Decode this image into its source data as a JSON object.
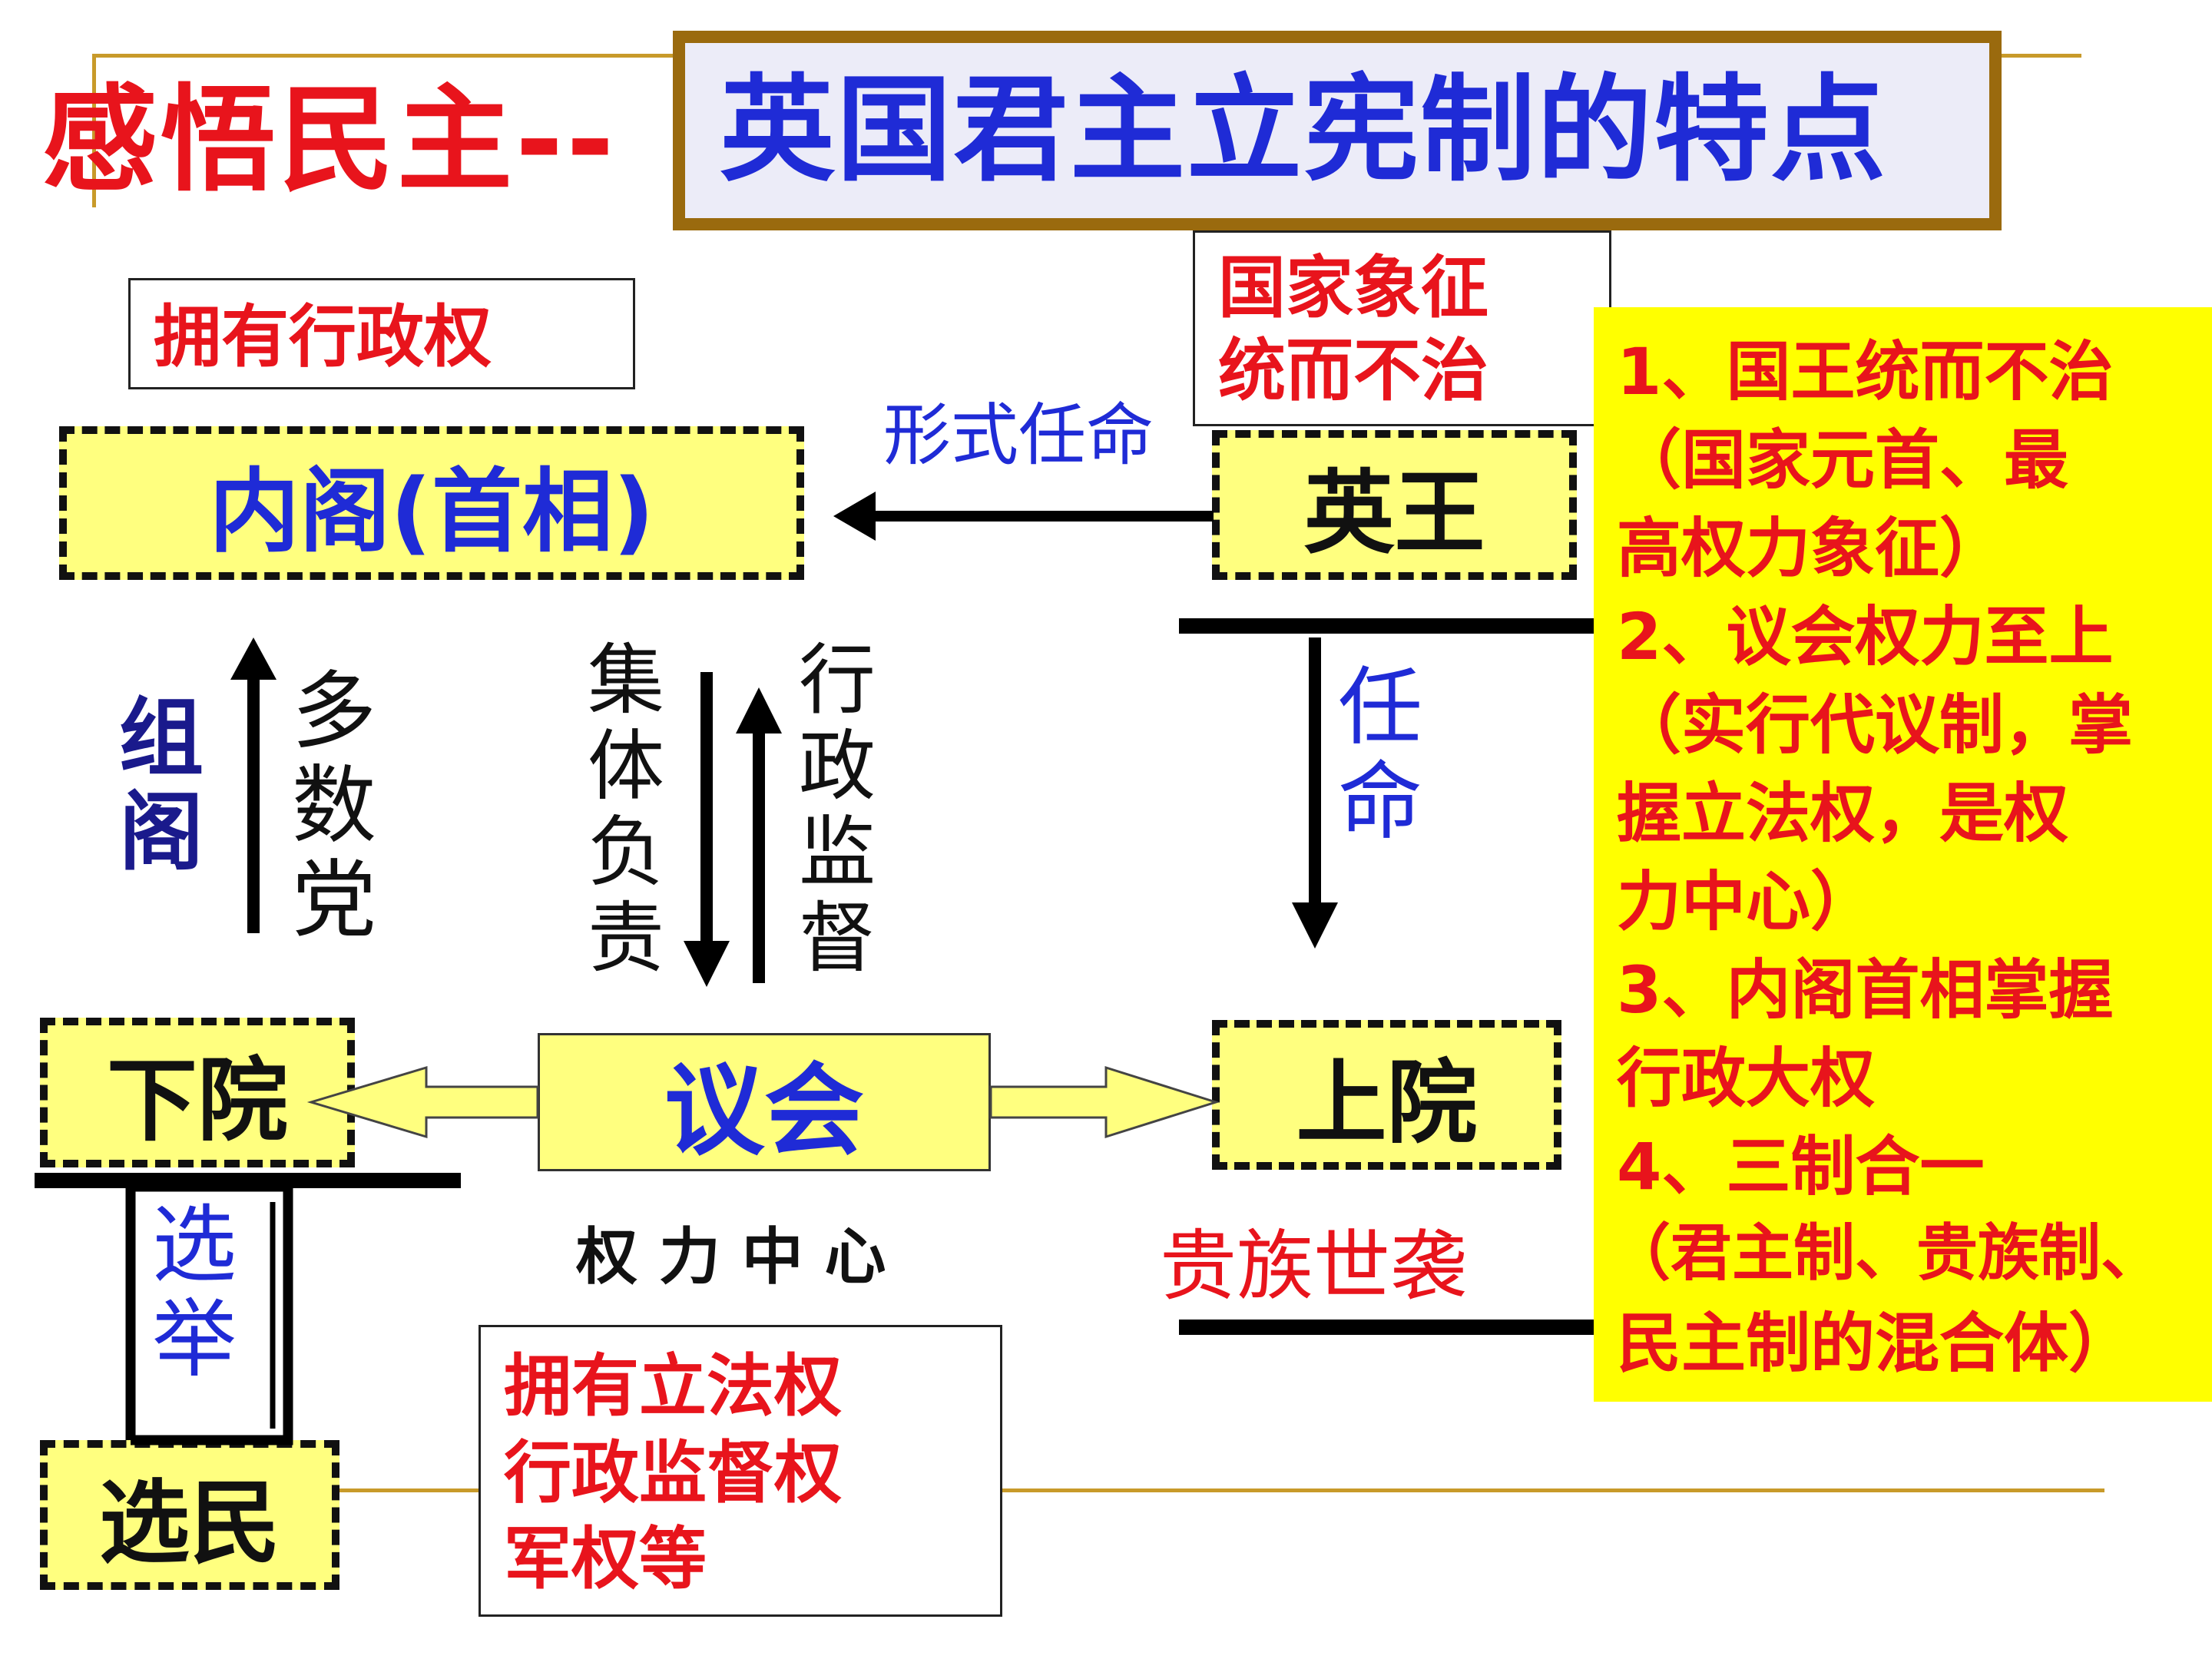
{
  "heading": {
    "prefix": "感悟民主--",
    "title": "英国君主立宪制的特点"
  },
  "nodes": {
    "cabinet": "内阁(首相)",
    "king": "英王",
    "commons": "下院",
    "parliament": "议会",
    "lords": "上院",
    "voters": "选民"
  },
  "notes": {
    "cabinet_power": "拥有行政权",
    "king_role": [
      "国家象征",
      "统而不治"
    ],
    "parliament_role": "权 力 中 心",
    "parliament_power": [
      "拥有立法权",
      "行政监督权",
      "军权等"
    ],
    "lords_origin": "贵族世袭"
  },
  "relations": {
    "king_to_cabinet": "形式任命",
    "king_to_lords": [
      "任",
      "命"
    ],
    "form_cabinet": [
      "组",
      "阁"
    ],
    "majority_party": [
      "多",
      "数",
      "党"
    ],
    "collective_responsibility": [
      "集",
      "体",
      "负",
      "责"
    ],
    "administrative_supervision": [
      "行",
      "政",
      "监",
      "督"
    ],
    "election": [
      "选",
      "举"
    ]
  },
  "summary": [
    "1、国王统而不治",
    "（国家元首、最",
    "高权力象征）",
    "2、议会权力至上",
    "（实行代议制，掌",
    "握立法权，是权",
    "力中心）",
    "3、内阁首相掌握",
    "行政大权",
    "4、三制合一",
    "（君主制、贵族制、",
    "民主制的混合体）"
  ],
  "colors": {
    "red": "#e8141c",
    "blue": "#1f2bd6",
    "navy": "#1a1a8c",
    "yellow_fill": "#ffff7f",
    "summary_fill": "#ffff00",
    "gold": "#c89a2a",
    "title_frame": "#9a6a0e"
  }
}
